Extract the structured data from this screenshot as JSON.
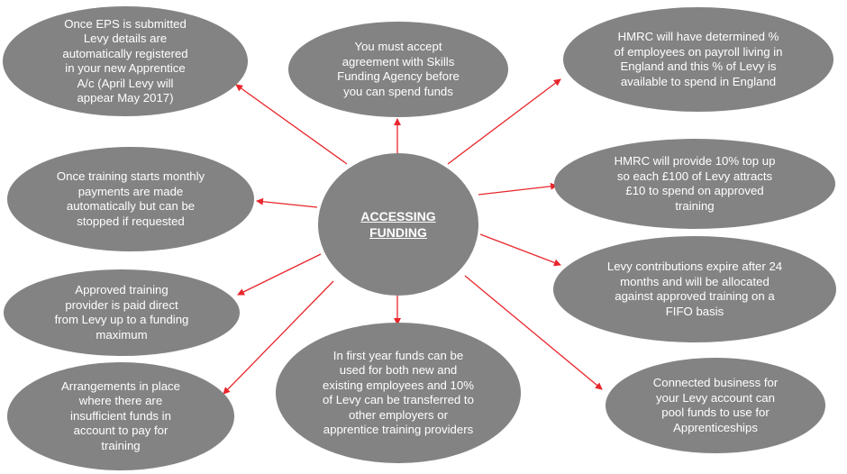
{
  "colors": {
    "node_fill": "#838383",
    "node_text": "#ffffff",
    "arrow": "#e8262b",
    "background": "#ffffff"
  },
  "center": {
    "lines": [
      "ACCESSING",
      "FUNDING"
    ]
  },
  "nodes": {
    "eps": {
      "lines": [
        "Once EPS is submitted",
        "Levy details are",
        "automatically registered",
        "in your new Apprentice",
        "A/c (April Levy will",
        "appear May 2017)"
      ]
    },
    "agreement": {
      "lines": [
        "You must accept",
        "agreement with Skills",
        "Funding Agency before",
        "you can spend funds"
      ]
    },
    "hmrc_england": {
      "lines": [
        "HMRC will have determined %",
        "of employees on payroll living in",
        "England and this % of Levy is",
        "available to spend in England"
      ]
    },
    "monthly": {
      "lines": [
        "Once training starts monthly",
        "payments are made",
        "automatically but can be",
        "stopped if requested"
      ]
    },
    "topup": {
      "lines": [
        "HMRC will provide 10% top up",
        "so each £100 of Levy attracts",
        "£10 to spend on approved",
        "training"
      ]
    },
    "provider": {
      "lines": [
        "Approved training",
        "provider is paid direct",
        "from Levy up to a funding",
        "maximum"
      ]
    },
    "expire": {
      "lines": [
        "Levy contributions expire after 24",
        "months and will be allocated",
        "against approved training on a",
        "FIFO basis"
      ]
    },
    "insufficient": {
      "lines": [
        "Arrangements in place",
        "where there are",
        "insufficient funds in",
        "account to pay for",
        "training"
      ]
    },
    "first_year": {
      "lines": [
        "In first year funds can be",
        "used for both new and",
        "existing employees and 10%",
        "of Levy can be transferred to",
        "other employers or",
        "apprentice training providers"
      ]
    },
    "connected": {
      "lines": [
        "Connected business for",
        "your Levy account can",
        "pool funds to use for",
        "Apprenticeships"
      ]
    }
  }
}
